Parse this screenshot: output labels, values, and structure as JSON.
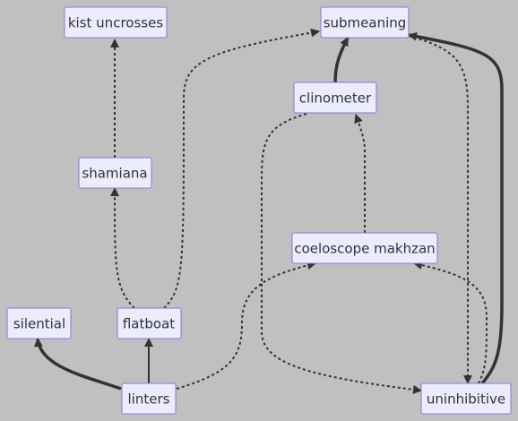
{
  "nodes": [
    {
      "id": "kist",
      "label": "kist uncrosses"
    },
    {
      "id": "submeaning",
      "label": "submeaning"
    },
    {
      "id": "clinometer",
      "label": "clinometer"
    },
    {
      "id": "shamiana",
      "label": "shamiana"
    },
    {
      "id": "coeloscope",
      "label": "coeloscope makhzan"
    },
    {
      "id": "silential",
      "label": "silential"
    },
    {
      "id": "flatboat",
      "label": "flatboat"
    },
    {
      "id": "linters",
      "label": "linters"
    },
    {
      "id": "uninhibitive",
      "label": "uninhibitive"
    }
  ],
  "edges": [
    {
      "from": "shamiana",
      "to": "kist",
      "style": "dotted"
    },
    {
      "from": "flatboat",
      "to": "shamiana",
      "style": "dotted"
    },
    {
      "from": "flatboat",
      "to": "submeaning",
      "style": "dotted"
    },
    {
      "from": "clinometer",
      "to": "submeaning",
      "style": "thick"
    },
    {
      "from": "uninhibitive",
      "to": "submeaning",
      "style": "thick"
    },
    {
      "from": "submeaning",
      "to": "uninhibitive",
      "style": "dotted"
    },
    {
      "from": "clinometer",
      "to": "uninhibitive",
      "style": "dotted"
    },
    {
      "from": "coeloscope",
      "to": "clinometer",
      "style": "dotted"
    },
    {
      "from": "uninhibitive",
      "to": "coeloscope",
      "style": "dotted"
    },
    {
      "from": "linters",
      "to": "coeloscope",
      "style": "dotted"
    },
    {
      "from": "linters",
      "to": "silential",
      "style": "thick"
    },
    {
      "from": "linters",
      "to": "flatboat",
      "style": "normal"
    }
  ]
}
